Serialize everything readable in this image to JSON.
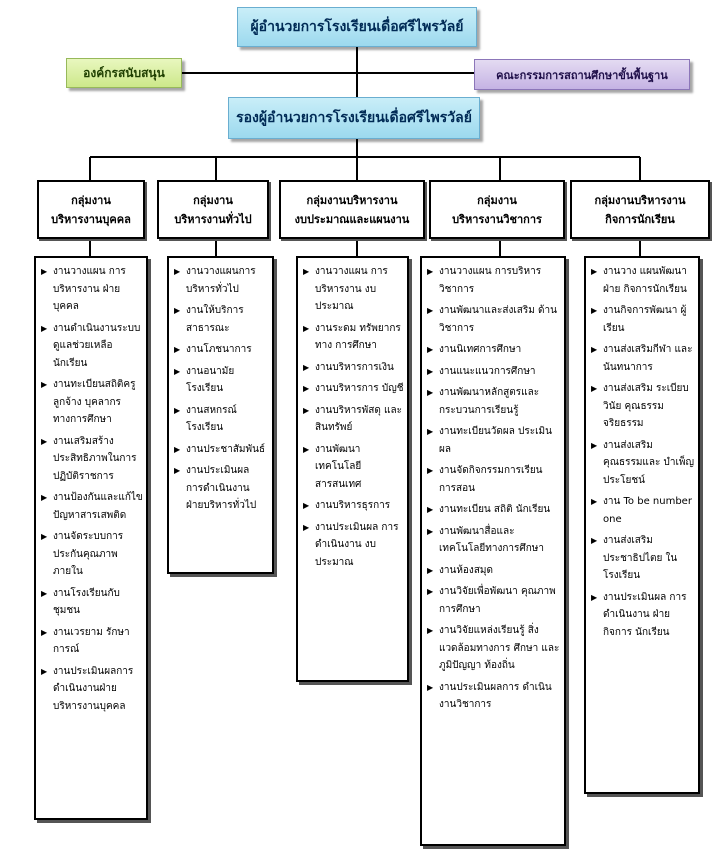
{
  "director": "ผู้อำนวยการโรงเรียนเดื่อศรีไพรวัลย์",
  "deputy": "รองผู้อำนวยการโรงเรียนเดื่อศรีไพรวัลย์",
  "support_org": "องค์กรสนับสนุน",
  "committee": "คณะกรรมการสถานศึกษาขั้นพื้นฐาน",
  "departments": [
    {
      "title1": "กลุ่มงาน",
      "title2": "บริหารงานบุคคล",
      "tasks": [
        "งานวางแผน การบริหารงาน ฝ่ายบุคคล",
        "งานดำเนินงานระบบ ดูแลช่วยเหลือ นักเรียน",
        "งานทะเบียนสถิติครู ลูกจ้าง บุคลากร ทางการศึกษา",
        "งานเสริมสร้าง ประสิทธิภาพในการ ปฏิบัติราชการ",
        "งานป้องกันและแก้ไข ปัญหาสารเสพติด",
        "งานจัดระบบการ ประกันคุณภาพ ภายใน",
        "งานโรงเรียนกับ ชุมชน",
        "งานเวรยาม รักษาการณ์",
        "งานประเมินผลการ ดำเนินงานฝ่าย บริหารงานบุคคล"
      ]
    },
    {
      "title1": "กลุ่มงาน",
      "title2": "บริหารงานทั่วไป",
      "tasks": [
        "งานวางแผนการ บริหารทั่วไป",
        "งานให้บริการ สาธารณะ",
        "งานโภชนาการ",
        "งานอนามัย โรงเรียน",
        "งานสหกรณ์ โรงเรียน",
        "งานประชาสัมพันธ์",
        "งานประเมินผล การดำเนินงาน ฝ่ายบริหารทั่วไป"
      ]
    },
    {
      "title1": "กลุ่มงานบริหารงาน",
      "title2": "งบประมาณและแผนงาน",
      "tasks": [
        "งานวางแผน การบริหารงาน งบประมาณ",
        "งานระดม ทรัพยากรทาง การศึกษา",
        "งานบริหารการเงิน",
        "งานบริหารการ บัญชี",
        "งานบริหารพัสดุ และสินทรัพย์",
        "งานพัฒนา เทคโนโลยี สารสนเทศ",
        "งานบริหารธุรการ",
        "งานประเมินผล การดำเนินงาน งบประมาณ"
      ]
    },
    {
      "title1": "กลุ่มงาน",
      "title2": "บริหารงานวิชาการ",
      "tasks": [
        "งานวางแผน การบริหารวิชาการ",
        "งานพัฒนาและส่งเสริม ด้านวิชาการ",
        "งานนิเทศการศึกษา",
        "งานแนะแนวการศึกษา",
        "งานพัฒนาหลักสูตรและ กระบวนการเรียนรู้",
        "งานทะเบียนวัดผล ประเมินผล",
        "งานจัดกิจกรรมการเรียน การสอน",
        "งานทะเบียน สถิติ นักเรียน",
        "งานพัฒนาสื่อและ เทคโนโลยีทางการศึกษา",
        "งานห้องสมุด",
        "งานวิจัยเพื่อพัฒนา คุณภาพการศึกษา",
        "งานวิจัยแหล่งเรียนรู้ สิ่งแวดล้อมทางการ ศึกษา และภูมิปัญญา ท้องถิ่น",
        "งานประเมินผลการ ดำเนินงานวิชาการ"
      ]
    },
    {
      "title1": "กลุ่มงานบริหารงาน",
      "title2": "กิจการนักเรียน",
      "tasks": [
        "งานวาง แผนพัฒนาฝ่าย กิจการนักเรียน",
        "งานกิจการพัฒนา ผู้เรียน",
        "งานส่งเสริมกีฬา และนันทนาการ",
        "งานส่งเสริม ระเบียบวินัย คุณธรรม จริยธรรม",
        "งานส่งเสริม คุณธรรมและ บำเพ็ญประโยชน์",
        "งาน To be number one",
        "งานส่งเสริม ประชาธิปไตย ในโรงเรียน",
        "งานประเมินผล การดำเนินงาน ฝ่ายกิจการ นักเรียน"
      ]
    }
  ]
}
